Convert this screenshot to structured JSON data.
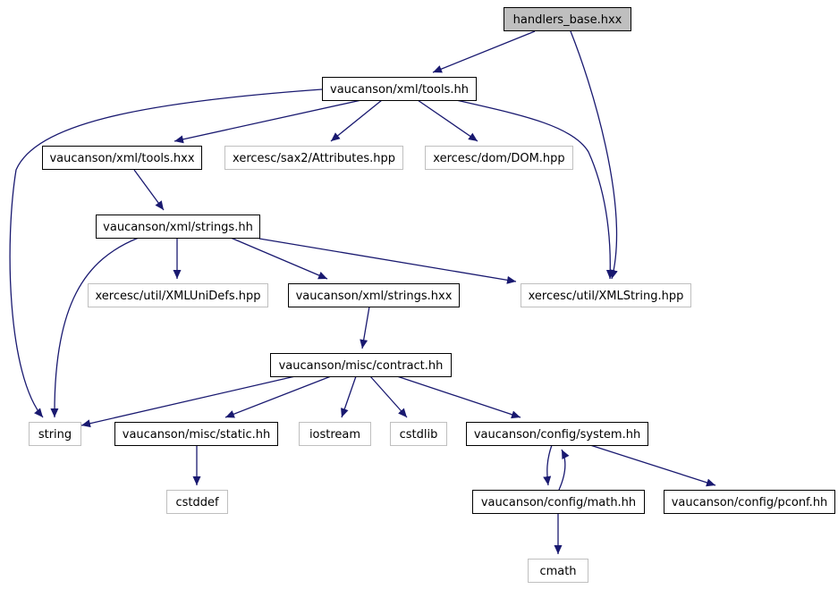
{
  "colors": {
    "edge": "#191970",
    "node_stroke_dark": "#000000",
    "node_stroke_light": "#bfbfbf",
    "root_fill": "#bfbfbf",
    "node_fill": "#ffffff",
    "text": "#000000"
  },
  "nodes": [
    {
      "id": "handlers_base",
      "label": "handlers_base.hxx",
      "style": "root"
    },
    {
      "id": "tools_hh",
      "label": "vaucanson/xml/tools.hh",
      "style": "documented"
    },
    {
      "id": "tools_hxx",
      "label": "vaucanson/xml/tools.hxx",
      "style": "documented"
    },
    {
      "id": "attributes",
      "label": "xercesc/sax2/Attributes.hpp",
      "style": "external"
    },
    {
      "id": "dom",
      "label": "xercesc/dom/DOM.hpp",
      "style": "external"
    },
    {
      "id": "strings_hh",
      "label": "vaucanson/xml/strings.hh",
      "style": "documented"
    },
    {
      "id": "xmlunidefs",
      "label": "xercesc/util/XMLUniDefs.hpp",
      "style": "external"
    },
    {
      "id": "strings_hxx",
      "label": "vaucanson/xml/strings.hxx",
      "style": "documented"
    },
    {
      "id": "xmlstring",
      "label": "xercesc/util/XMLString.hpp",
      "style": "external"
    },
    {
      "id": "contract",
      "label": "vaucanson/misc/contract.hh",
      "style": "documented"
    },
    {
      "id": "string",
      "label": "string",
      "style": "external"
    },
    {
      "id": "static_hh",
      "label": "vaucanson/misc/static.hh",
      "style": "documented"
    },
    {
      "id": "iostream",
      "label": "iostream",
      "style": "external"
    },
    {
      "id": "cstdlib",
      "label": "cstdlib",
      "style": "external"
    },
    {
      "id": "system",
      "label": "vaucanson/config/system.hh",
      "style": "documented"
    },
    {
      "id": "cstddef",
      "label": "cstddef",
      "style": "external"
    },
    {
      "id": "math",
      "label": "vaucanson/config/math.hh",
      "style": "documented"
    },
    {
      "id": "pconf",
      "label": "vaucanson/config/pconf.hh",
      "style": "documented"
    },
    {
      "id": "cmath",
      "label": "cmath",
      "style": "external"
    }
  ],
  "edges": [
    [
      "handlers_base",
      "tools_hh"
    ],
    [
      "handlers_base",
      "xmlstring"
    ],
    [
      "tools_hh",
      "tools_hxx"
    ],
    [
      "tools_hh",
      "attributes"
    ],
    [
      "tools_hh",
      "dom"
    ],
    [
      "tools_hh",
      "xmlstring"
    ],
    [
      "tools_hh",
      "string"
    ],
    [
      "tools_hxx",
      "strings_hh"
    ],
    [
      "strings_hh",
      "string"
    ],
    [
      "strings_hh",
      "xmlunidefs"
    ],
    [
      "strings_hh",
      "strings_hxx"
    ],
    [
      "strings_hh",
      "xmlstring"
    ],
    [
      "strings_hxx",
      "contract"
    ],
    [
      "contract",
      "string"
    ],
    [
      "contract",
      "static_hh"
    ],
    [
      "contract",
      "iostream"
    ],
    [
      "contract",
      "cstdlib"
    ],
    [
      "contract",
      "system"
    ],
    [
      "static_hh",
      "cstddef"
    ],
    [
      "system",
      "math"
    ],
    [
      "math",
      "system"
    ],
    [
      "system",
      "pconf"
    ],
    [
      "math",
      "cmath"
    ]
  ]
}
